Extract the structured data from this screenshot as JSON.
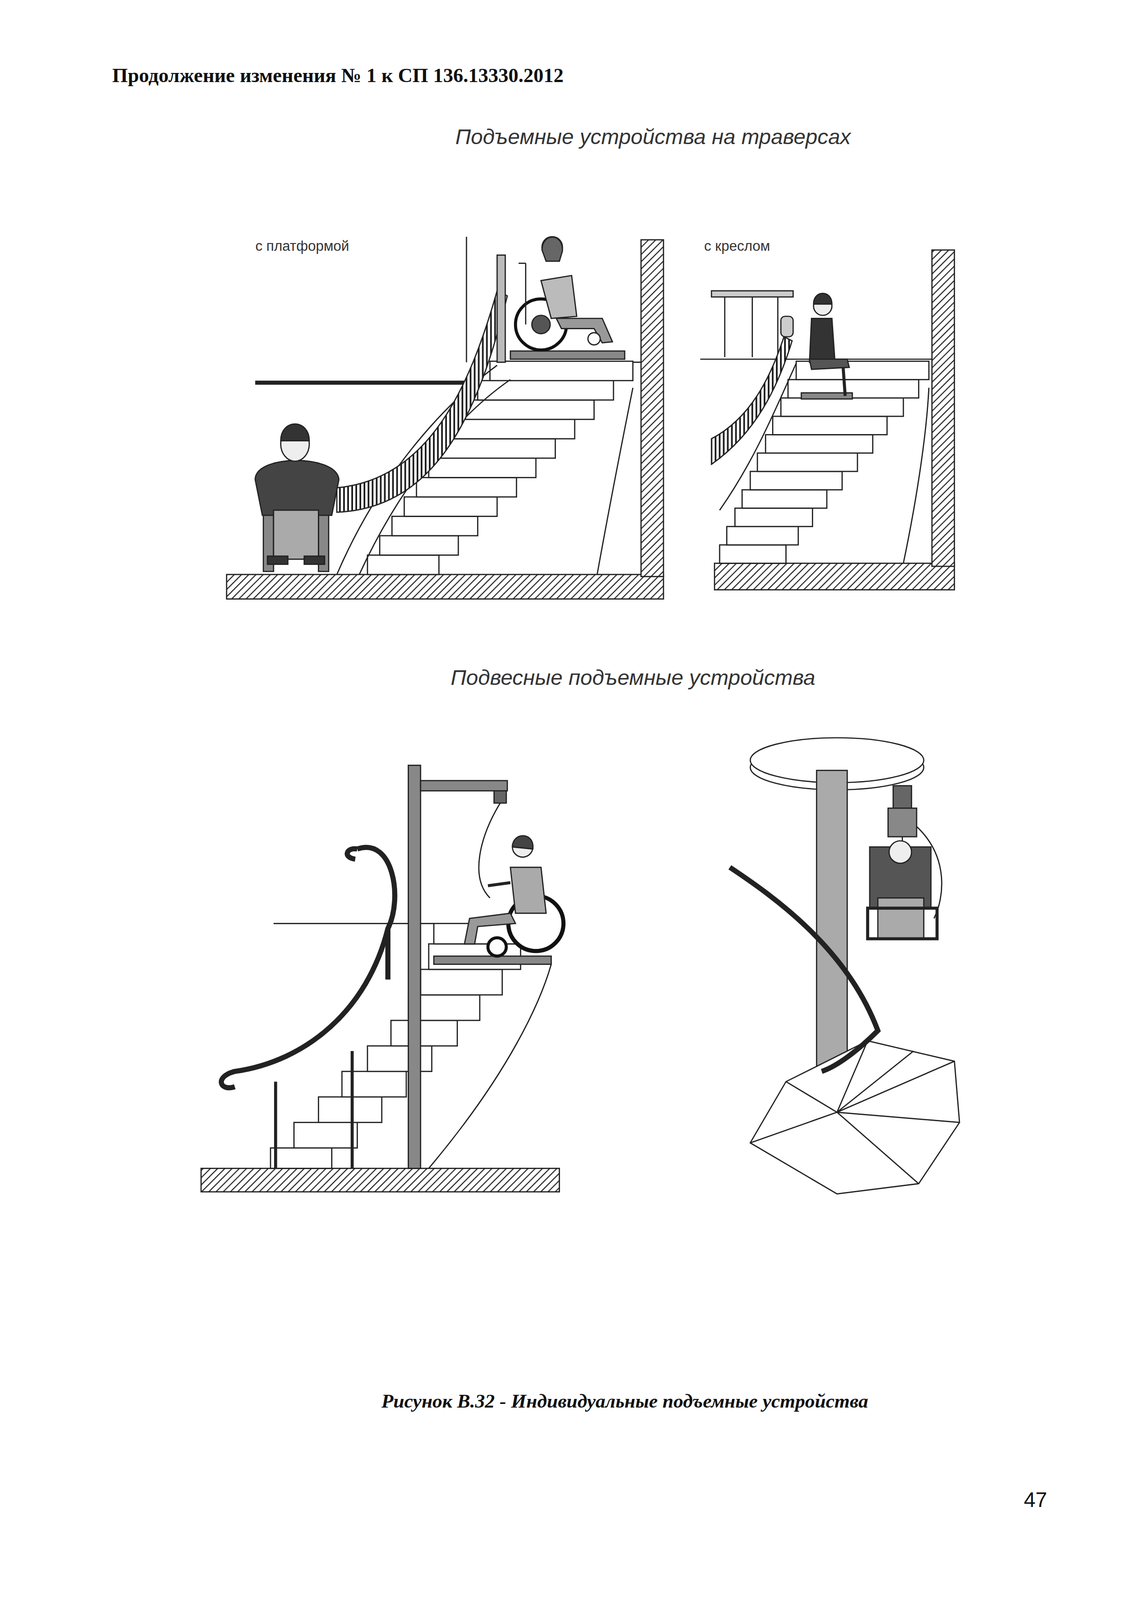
{
  "diagram": {
    "caption": "Рисунок В.32 - Индивидуальные подъемные устройства",
    "labels": [
      "Продолжение изменения № 1 к СП 136.13330.2012",
      "Подъемные устройства на траверсах",
      "с платформой",
      "с креслом",
      "Подвесные подъемные устройства",
      "47"
    ]
  }
}
